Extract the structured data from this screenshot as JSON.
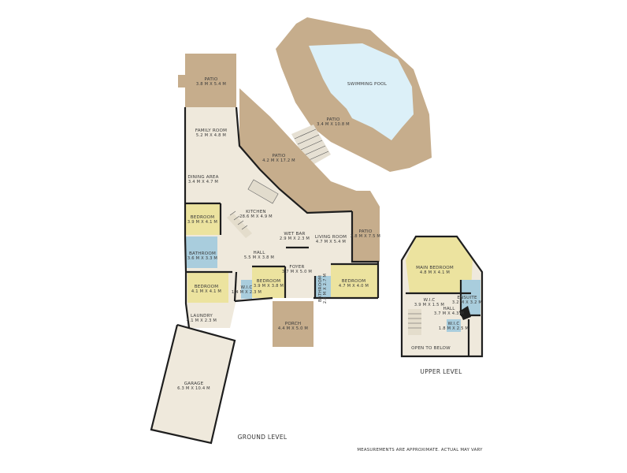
{
  "colors": {
    "outdoor": "#c6ad8c",
    "interior": "#efe9dc",
    "bedroom": "#ece39f",
    "wet": "#a9cddd",
    "pool": "#dcf0f8",
    "wall": "#1e1e1e"
  },
  "rooms": {
    "patio_top": {
      "name": "PATIO",
      "dim": "3.8 M X 5.4 M"
    },
    "pool": {
      "name": "SWIMMING POOL",
      "dim": ""
    },
    "patio_pool": {
      "name": "PATIO",
      "dim": "3.4 M X 10.8 M"
    },
    "family": {
      "name": "FAMILY ROOM",
      "dim": "5.2 M X 4.8 M"
    },
    "patio_diag": {
      "name": "PATIO",
      "dim": "4.2 M X 17.2 M"
    },
    "dining": {
      "name": "DINING AREA",
      "dim": "3.4 M X 4.7 M"
    },
    "kitchen": {
      "name": "KITCHEN",
      "dim": "28.6 M X 4.9 M"
    },
    "bed_left": {
      "name": "BEDROOM",
      "dim": "3.9 M X 4.1 M"
    },
    "wet_bar": {
      "name": "WET BAR",
      "dim": "2.9 M X 2.3 M"
    },
    "living": {
      "name": "LIVING ROOM",
      "dim": "4.7 M X 5.4 M"
    },
    "patio_right": {
      "name": "PATIO",
      "dim": "2.8 M X 7.5 M"
    },
    "bath_left": {
      "name": "BATHROOM",
      "dim": "3.6 M X 3.3 M"
    },
    "hall": {
      "name": "HALL",
      "dim": "5.5 M X 3.8 M"
    },
    "foyer": {
      "name": "FOYER",
      "dim": "3.7 M X 5.0 M"
    },
    "bed_lower": {
      "name": "BEDROOM",
      "dim": "4.1 M X 4.1 M"
    },
    "wic": {
      "name": "W.I.C",
      "dim": "1.4 M X 2.3 M"
    },
    "bed_mid": {
      "name": "BEDROOM",
      "dim": "3.9 M X 3.8 M"
    },
    "bathroom_v": {
      "name": "BATHROOM",
      "dim": "2.8 M X 2.7 M"
    },
    "bed_right": {
      "name": "BEDROOM",
      "dim": "4.7 M X 4.0 M"
    },
    "laundry": {
      "name": "LAUNDRY",
      "dim": "4.1 M X 2.3 M"
    },
    "porch": {
      "name": "PORCH",
      "dim": "4.4 M X 5.0 M"
    },
    "garage": {
      "name": "GARAGE",
      "dim": "6.3 M X 10.4 M"
    },
    "main_bed": {
      "name": "MAIN BEDROOM",
      "dim": "4.8 M X 4.1 M"
    },
    "ensuite": {
      "name": "ENSUITE",
      "dim": "3.2 M X 3.2 M"
    },
    "wic_up": {
      "name": "W.I.C",
      "dim": "3.9 M X 1.5 M"
    },
    "hall_up": {
      "name": "HALL",
      "dim": "3.7 M X 4.3 M"
    },
    "wic_small": {
      "name": "W.I.C",
      "dim": "1.8 M X 2.5 M"
    },
    "open_below": {
      "name": "OPEN TO BELOW",
      "dim": ""
    }
  },
  "labels": {
    "ground": "GROUND LEVEL",
    "upper": "UPPER LEVEL",
    "note": "MEASUREMENTS ARE APPROXIMATE. ACTUAL MAY VARY"
  }
}
